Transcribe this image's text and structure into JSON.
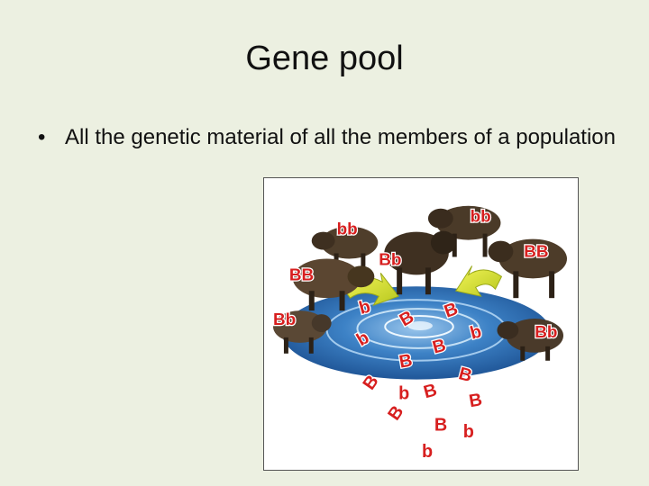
{
  "slide": {
    "title": "Gene pool",
    "bullet_symbol": "•",
    "bullet_text": "All the genetic material of all the members of a population"
  },
  "figure": {
    "animals": [
      {
        "id": "boar-bb-left",
        "genotype": "bb"
      },
      {
        "id": "boar-bb-right",
        "genotype": "bb"
      },
      {
        "id": "boar-BB-left",
        "genotype": "BB"
      },
      {
        "id": "boar-BB-right",
        "genotype": "BB"
      },
      {
        "id": "boar-Bb-center",
        "genotype": "Bb"
      },
      {
        "id": "boar-Bb-left",
        "genotype": "Bb"
      },
      {
        "id": "boar-Bb-right",
        "genotype": "Bb"
      }
    ],
    "alleles": [
      "b",
      "B",
      "B",
      "b",
      "b",
      "B",
      "B",
      "B",
      "B",
      "b",
      "B",
      "B",
      "B",
      "B",
      "b",
      "b"
    ],
    "colors": {
      "label_red": "#d71f1f",
      "boar_brown": "#5a4630",
      "water_blue": "#2f6fb5",
      "arrow_yellow": "#e6e83a"
    }
  }
}
